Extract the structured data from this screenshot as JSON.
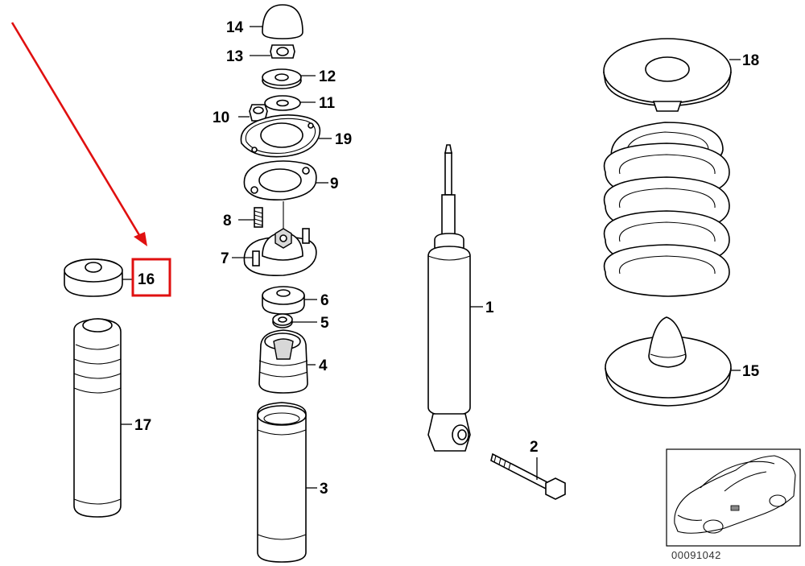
{
  "diagram": {
    "callouts": [
      {
        "id": "1",
        "label": "1"
      },
      {
        "id": "2",
        "label": "2"
      },
      {
        "id": "3",
        "label": "3"
      },
      {
        "id": "4",
        "label": "4"
      },
      {
        "id": "5",
        "label": "5"
      },
      {
        "id": "6",
        "label": "6"
      },
      {
        "id": "7",
        "label": "7"
      },
      {
        "id": "8",
        "label": "8"
      },
      {
        "id": "9",
        "label": "9"
      },
      {
        "id": "10",
        "label": "10"
      },
      {
        "id": "11",
        "label": "11"
      },
      {
        "id": "12",
        "label": "12"
      },
      {
        "id": "13",
        "label": "13"
      },
      {
        "id": "14",
        "label": "14"
      },
      {
        "id": "15",
        "label": "15"
      },
      {
        "id": "16",
        "label": "16"
      },
      {
        "id": "17",
        "label": "17"
      },
      {
        "id": "18",
        "label": "18"
      },
      {
        "id": "19",
        "label": "19"
      }
    ],
    "highlighted_part": "16",
    "reference_number": "00091042",
    "colors": {
      "highlight": "#e01010",
      "ink": "#000000"
    }
  }
}
